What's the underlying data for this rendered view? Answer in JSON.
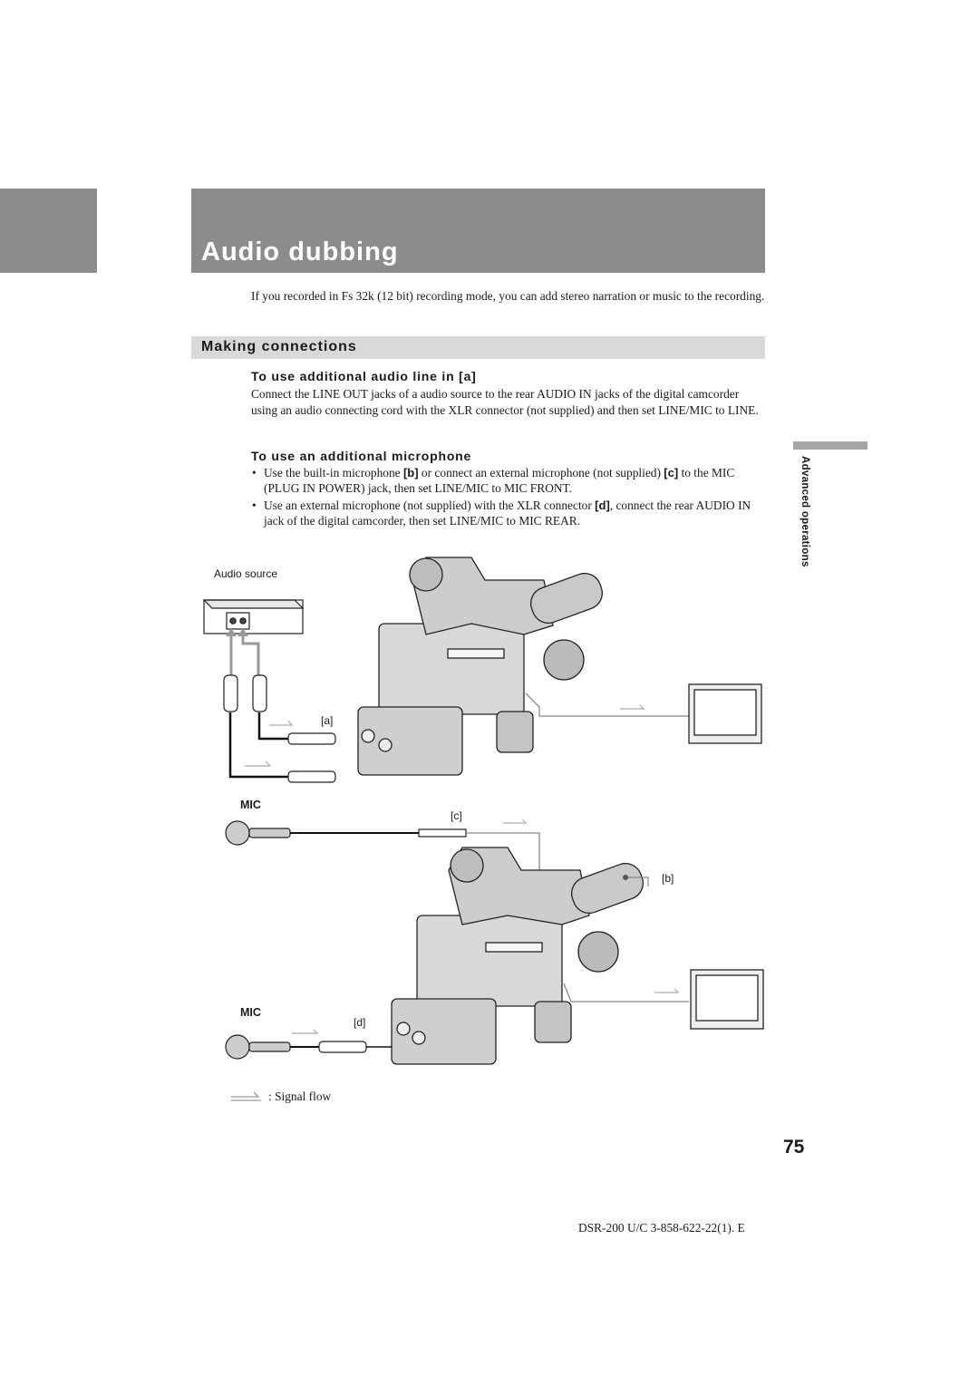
{
  "header": {
    "title": "Audio dubbing"
  },
  "intro": "If you recorded in Fs 32k (12 bit) recording mode, you can add stereo narration or music to the recording.",
  "section": {
    "title": "Making connections",
    "line_in": {
      "heading": "To use additional audio line in [a]",
      "body": "Connect the LINE OUT jacks of a audio source to the rear AUDIO IN jacks of the digital camcorder using an audio connecting cord with the XLR connector (not supplied) and then set LINE/MIC to LINE."
    },
    "microphone": {
      "heading": "To use an additional microphone",
      "bullets": [
        {
          "a": "Use the built-in microphone ",
          "b1": "[b]",
          "c": " or connect an external microphone (not supplied) ",
          "b2": "[c]",
          "d": " to the MIC (PLUG IN POWER) jack, then set LINE/MIC to MIC FRONT."
        },
        {
          "a": "Use an external microphone (not supplied) with the XLR connector ",
          "b1": "[d]",
          "c": ", connect the rear AUDIO IN jack of the digital camcorder, then set LINE/MIC to MIC REAR."
        }
      ]
    }
  },
  "side_tab": {
    "label": "Advanced operations"
  },
  "diagram": {
    "audio_source_label": "Audio source",
    "mic_label_1": "MIC",
    "mic_label_2": "MIC",
    "label_a": "[a]",
    "label_b": "[b]",
    "label_c": "[c]",
    "label_d": "[d]",
    "legend": ": Signal flow"
  },
  "footer": {
    "page_number": "75",
    "doc_code": "DSR-200 U/C 3-858-622-22(1). E"
  }
}
